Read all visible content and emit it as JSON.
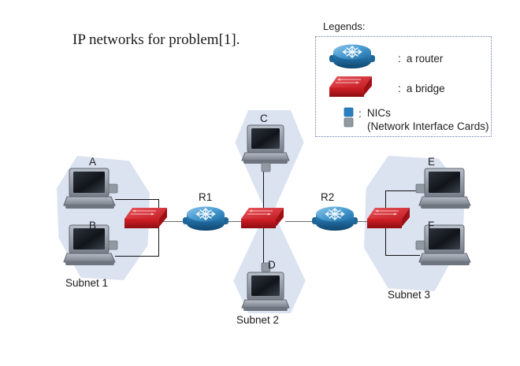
{
  "title": "IP networks for problem[1].",
  "legend": {
    "heading": "Legends:",
    "items": [
      {
        "icon": "router-icon",
        "colon": ":",
        "label": "a router"
      },
      {
        "icon": "bridge-icon",
        "colon": ":",
        "label": "a bridge"
      },
      {
        "icon": "nic-icon",
        "colon": ":",
        "label": "NICs",
        "sublabel": "(Network Interface Cards)"
      }
    ]
  },
  "subnets": [
    {
      "id": "subnet-1",
      "label": "Subnet 1"
    },
    {
      "id": "subnet-2",
      "label": "Subnet 2"
    },
    {
      "id": "subnet-3",
      "label": "Subnet 3"
    }
  ],
  "hosts": [
    {
      "id": "host-a",
      "label": "A",
      "subnet": "Subnet 1"
    },
    {
      "id": "host-b",
      "label": "B",
      "subnet": "Subnet 1"
    },
    {
      "id": "host-c",
      "label": "C",
      "subnet": "Subnet 2"
    },
    {
      "id": "host-d",
      "label": "D",
      "subnet": "Subnet 2"
    },
    {
      "id": "host-e",
      "label": "E",
      "subnet": "Subnet 3"
    },
    {
      "id": "host-f",
      "label": "F",
      "subnet": "Subnet 3"
    }
  ],
  "routers": [
    {
      "id": "router-r1",
      "label": "R1"
    },
    {
      "id": "router-r2",
      "label": "R2"
    }
  ],
  "bridges": [
    {
      "id": "bridge-1",
      "subnet": "Subnet 1"
    },
    {
      "id": "bridge-2",
      "subnet": "Subnet 2"
    },
    {
      "id": "bridge-3",
      "subnet": "Subnet 3"
    }
  ],
  "colors": {
    "router_blue": "#2a7fc1",
    "router_blue_dark": "#12456f",
    "bridge_red": "#d42027",
    "bridge_red_dark": "#8c0d12",
    "subnet_fill": "#dbe3f1",
    "nic_blue": "#2a7fc1",
    "nic_gray": "#9199a3",
    "link_black": "#111111",
    "laptop_gray": "#8d939d",
    "laptop_screen": "#1b1f26"
  }
}
